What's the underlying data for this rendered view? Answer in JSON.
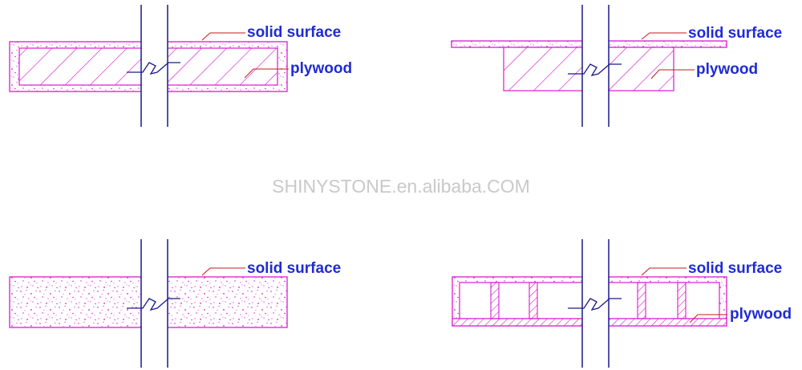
{
  "labels": {
    "solid_surface": "solid surface",
    "plywood": "plywood"
  },
  "watermark": "SHINYSTONE.en.alibaba.COM",
  "colors": {
    "outline": "#d81bd0",
    "speckle": "#d81bd0",
    "hatch": "#d81bd0",
    "leader": "#c81818",
    "wall": "#1a1a8a",
    "label": "#1f2bd6",
    "watermark": "#c9c9c9"
  }
}
